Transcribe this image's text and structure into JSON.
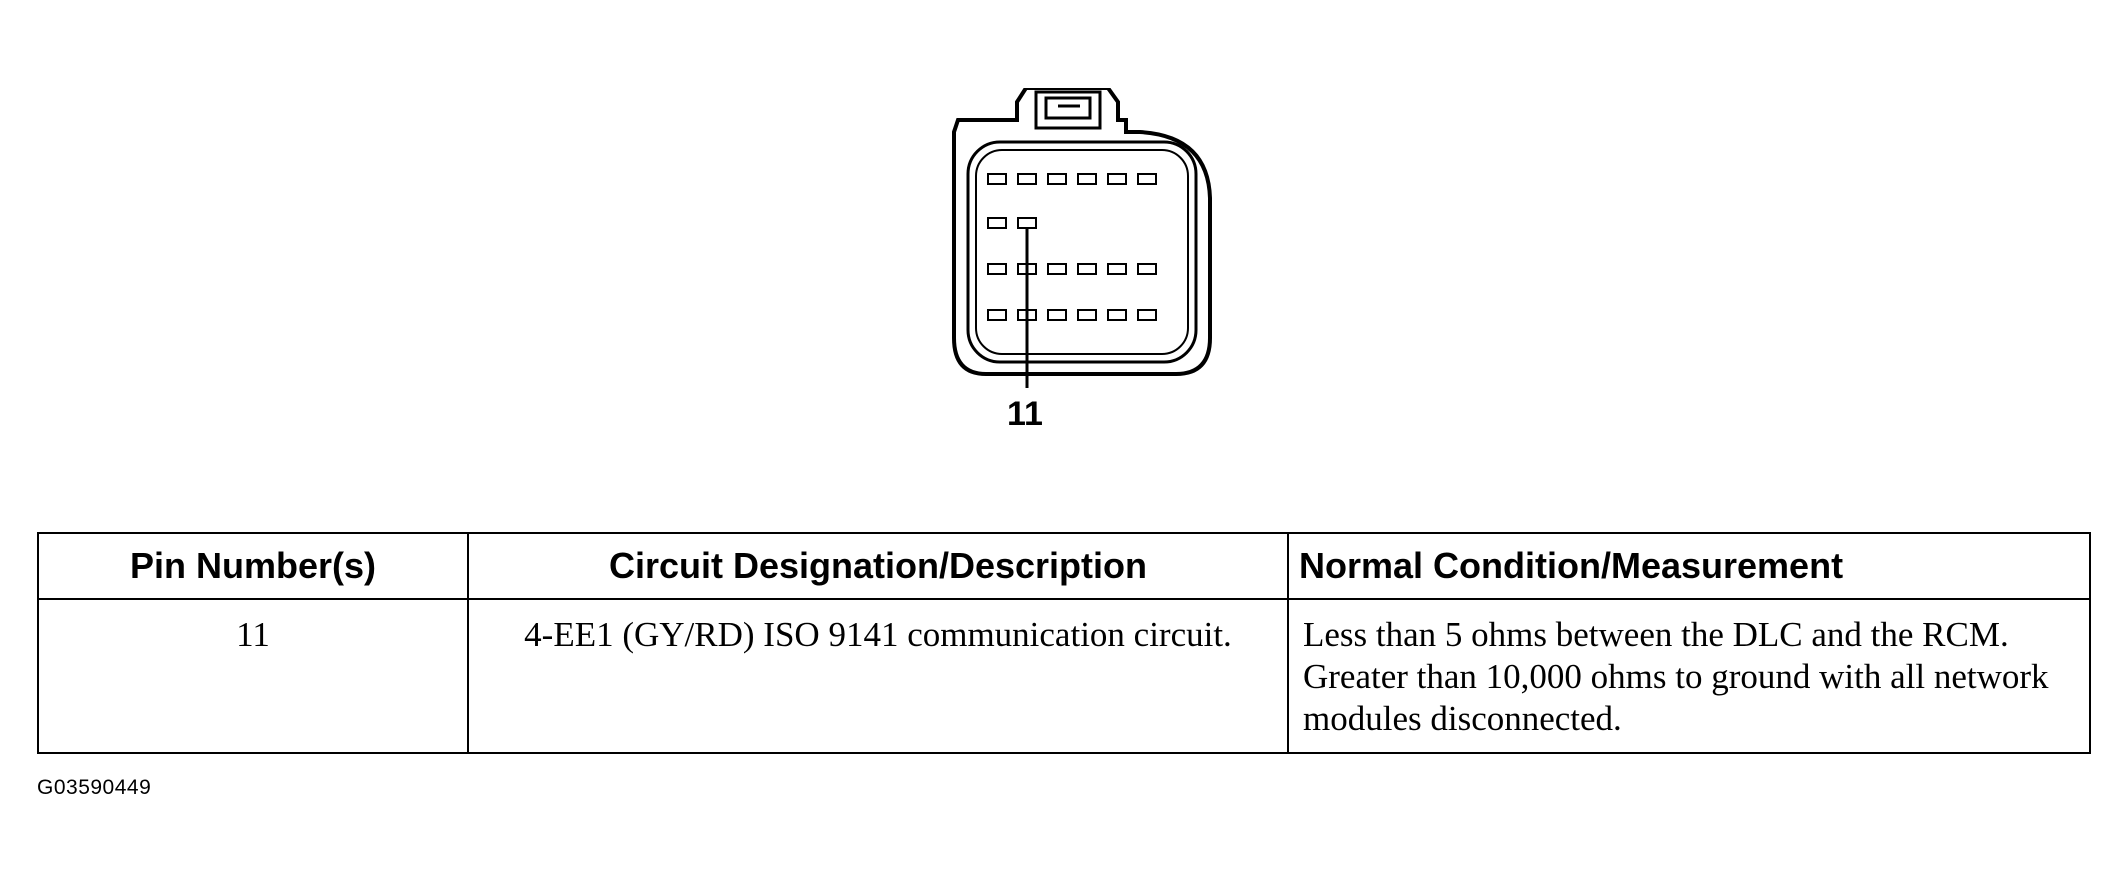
{
  "diagram": {
    "callout_pin": "11"
  },
  "table": {
    "headers": [
      "Pin Number(s)",
      "Circuit Designation/Description",
      "Normal Condition/Measurement"
    ],
    "rows": [
      {
        "pin": "11",
        "circuit": "4-EE1 (GY/RD) ISO 9141 communication circuit.",
        "condition": "Less than 5 ohms between the DLC and the RCM. Greater than 10,000 ohms to ground with all network modules disconnected."
      }
    ]
  },
  "figure_id": "G03590449"
}
